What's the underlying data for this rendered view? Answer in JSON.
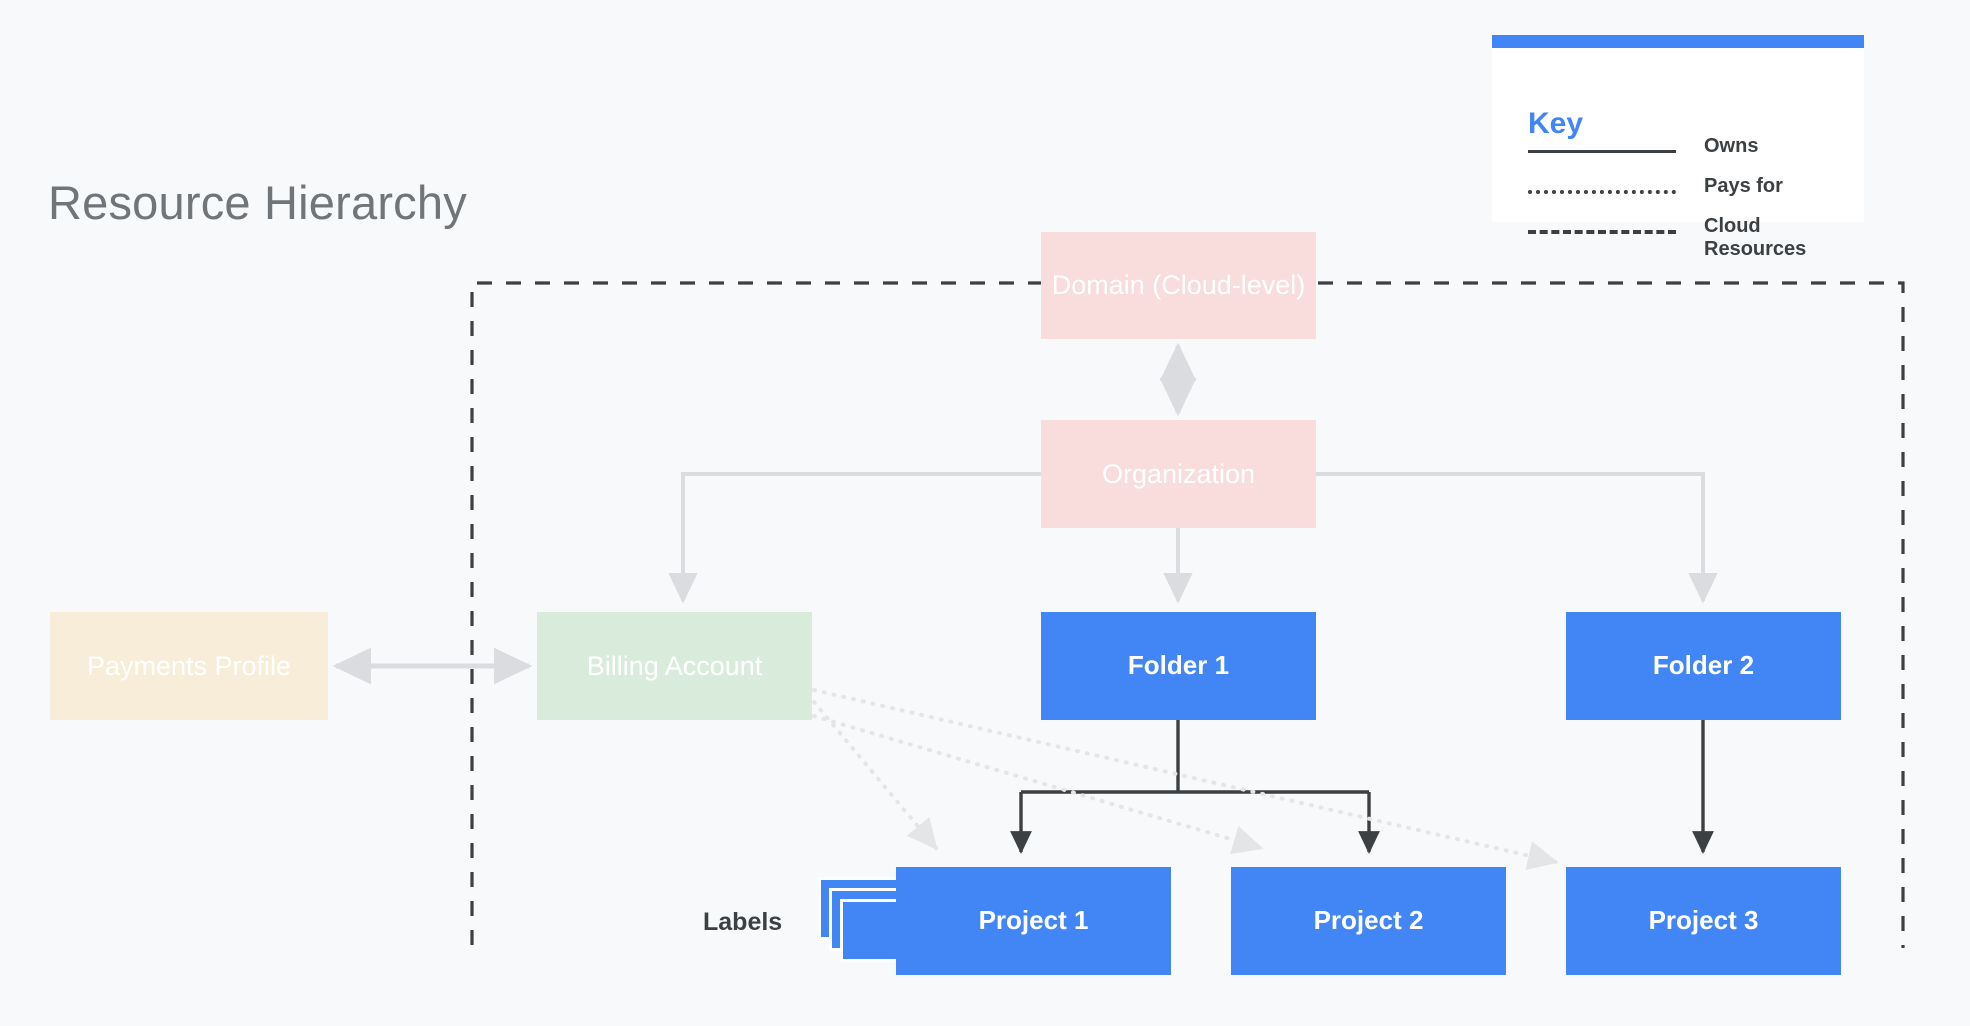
{
  "page": {
    "title": "Resource Hierarchy",
    "background_color": "#f7f9fa"
  },
  "colors": {
    "blue": "#4285f4",
    "pink": "#f9dcdc",
    "cream": "#f7edd8",
    "green": "#d9ecdc",
    "title_gray": "#70757a",
    "dark_gray": "#3c4043",
    "light_gray_edge": "#dadce0"
  },
  "key": {
    "title": "Key",
    "rows": [
      {
        "style": "solid",
        "label": "Owns"
      },
      {
        "style": "dotted",
        "label": "Pays for"
      },
      {
        "style": "dashed",
        "label": "Cloud Resources"
      }
    ]
  },
  "nodes": {
    "domain": "Domain (Cloud-level)",
    "organization": "Organization",
    "payments_profile": "Payments Profile",
    "billing_account": "Billing Account",
    "folder_1": "Folder 1",
    "folder_2": "Folder 2",
    "project_1": "Project 1",
    "project_2": "Project 2",
    "project_3": "Project 3"
  },
  "labels": {
    "text": "Labels"
  },
  "edges": {
    "owns": [
      {
        "from": "organization",
        "to": "billing-account"
      },
      {
        "from": "organization",
        "to": "folder-1"
      },
      {
        "from": "organization",
        "to": "folder-2"
      },
      {
        "from": "folder-1",
        "to": "project-1"
      },
      {
        "from": "folder-1",
        "to": "project-2"
      },
      {
        "from": "folder-2",
        "to": "project-3"
      }
    ],
    "bidirectional": [
      {
        "a": "domain",
        "b": "organization"
      },
      {
        "a": "payments-profile",
        "b": "billing-account"
      }
    ],
    "pays_for": [
      {
        "from": "billing-account",
        "to": "project-1"
      },
      {
        "from": "billing-account",
        "to": "project-2"
      },
      {
        "from": "billing-account",
        "to": "project-3"
      }
    ],
    "cloud_resources_boundary": "dashed region enclosing Billing Account, Folders and Projects"
  }
}
